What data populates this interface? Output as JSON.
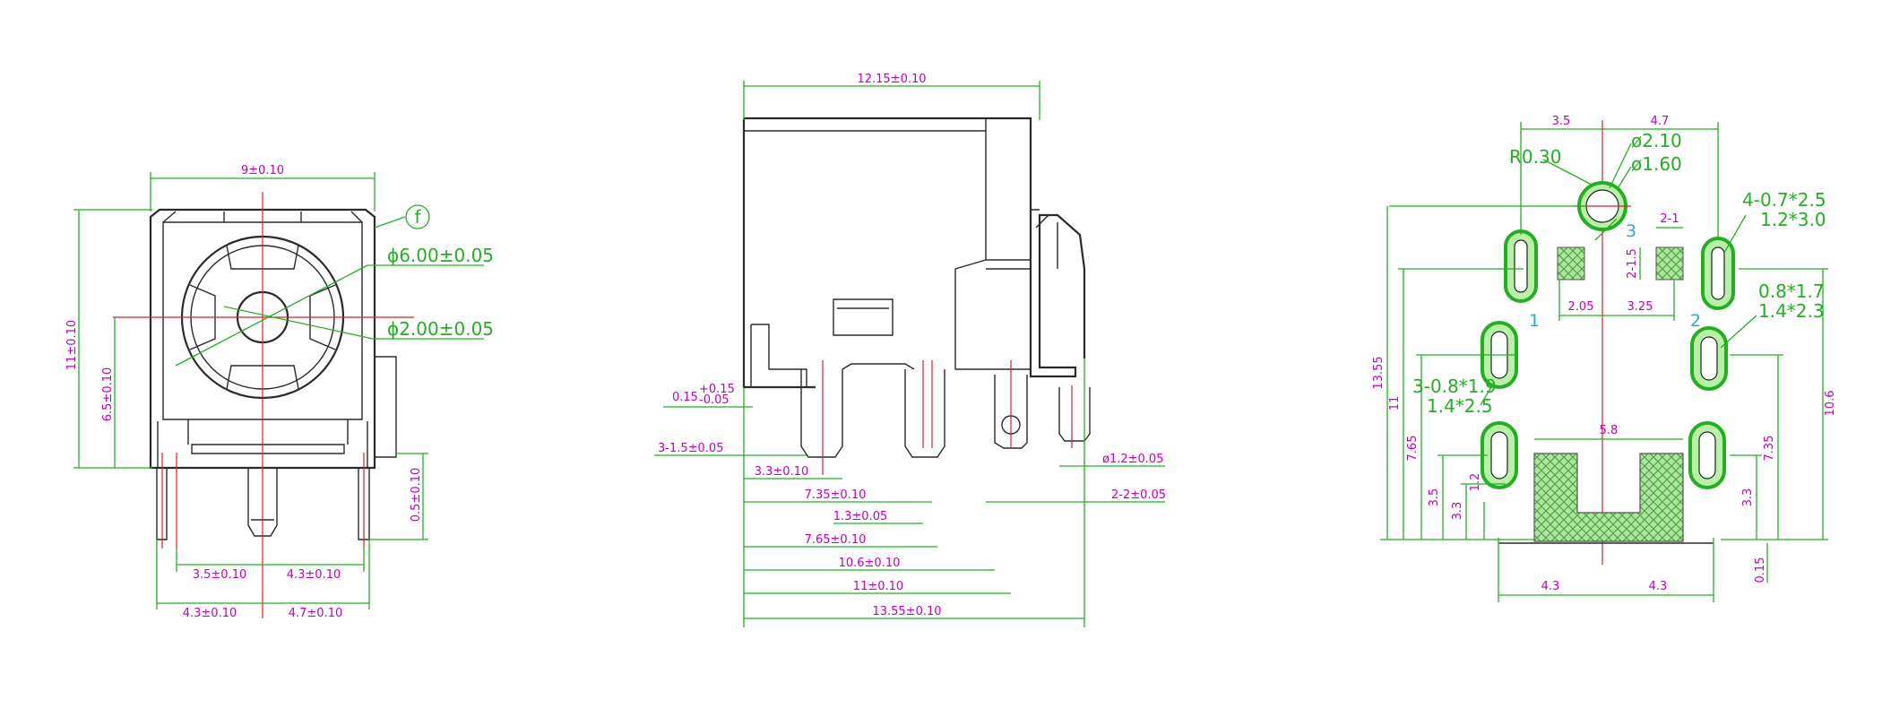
{
  "front_view": {
    "width": "9±0.10",
    "height": "11±0.10",
    "center_height": "6.5±0.10",
    "stub": "0.5±0.10",
    "outer_dia": "ϕ6.00±0.05",
    "pin_dia": "ϕ2.00±0.05",
    "marker": "f",
    "pitch_left": "3.5±0.10",
    "pitch_right": "4.3±0.10",
    "span_left": "4.3±0.10",
    "span_right": "4.7±0.10"
  },
  "side_view": {
    "length": "12.15±0.10",
    "gap_base": "0.15",
    "gap_plus": "+0.15",
    "gap_minus": "-0.05",
    "pin_width": "3-1.5±0.05",
    "d1": "3.3±0.10",
    "d2": "7.35±0.10",
    "d3": "1.3±0.05",
    "d4": "7.65±0.10",
    "d5": "10.6±0.10",
    "d6": "11±0.10",
    "d7": "13.55±0.10",
    "hole_dia": "ø1.2±0.05",
    "slot": "2-2±0.05"
  },
  "pcb_layout": {
    "top_left": "3.5",
    "top_right": "4.7",
    "radius": "R0.30",
    "dia_outer": "ø2.10",
    "dia_inner": "ø1.60",
    "slot_a_line1": "4-0.7*2.5",
    "slot_a_line2": "1.2*3.0",
    "slot_b_line1": "0.8*1.7",
    "slot_b_line2": "1.4*2.3",
    "slot_c_line1": "3-0.8*1.9",
    "slot_c_line2": "1.4*2.5",
    "label_1": "1",
    "label_2": "2",
    "label_3": "3",
    "sq_w": "2-1",
    "sq_h": "2-1.5",
    "d_205": "2.05",
    "d_325": "3.25",
    "d_58": "5.8",
    "h_1355": "13.55",
    "h_11": "11",
    "h_765": "7.65",
    "h_35": "3.5",
    "h_33a": "3.3",
    "h_12": "1.2",
    "h_106": "10.6",
    "h_735": "7.35",
    "h_33b": "3.3",
    "h_015": "0.15",
    "b_left": "4.3",
    "b_right": "4.3"
  }
}
